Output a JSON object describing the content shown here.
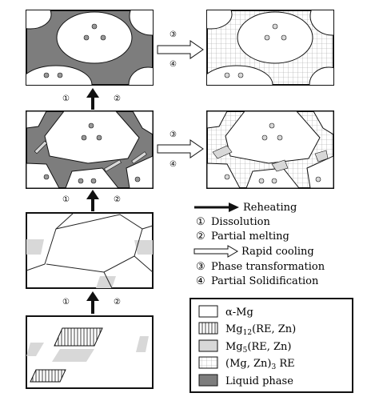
{
  "steps": {
    "s1": "①",
    "s2": "②",
    "s3": "③",
    "s4": "④"
  },
  "legend_processes": {
    "reheating": "Reheating",
    "dissolution": "Dissolution",
    "partial_melting": "Partial melting",
    "rapid_cooling": "Rapid cooling",
    "phase_transformation": "Phase transformation",
    "partial_solidification": "Partial Solidification"
  },
  "legend_phases": {
    "alpha_mg": "α-Mg",
    "mg12_pre": "Mg",
    "mg12_sub": "12",
    "mg12_post": "(RE, Zn)",
    "mg5_pre": "Mg",
    "mg5_sub": "5",
    "mg5_post": "(RE, Zn)",
    "mgzn_pre": "(Mg, Zn)",
    "mgzn_sub": "3",
    "mgzn_post": " RE",
    "liquid": "Liquid phase"
  },
  "colors": {
    "liquid": "#7d7d7d",
    "mg5": "#d8d8d8",
    "alpha": "#ffffff",
    "line": "#111111",
    "hatch": "#444444",
    "grid": "#9a9a9a"
  }
}
